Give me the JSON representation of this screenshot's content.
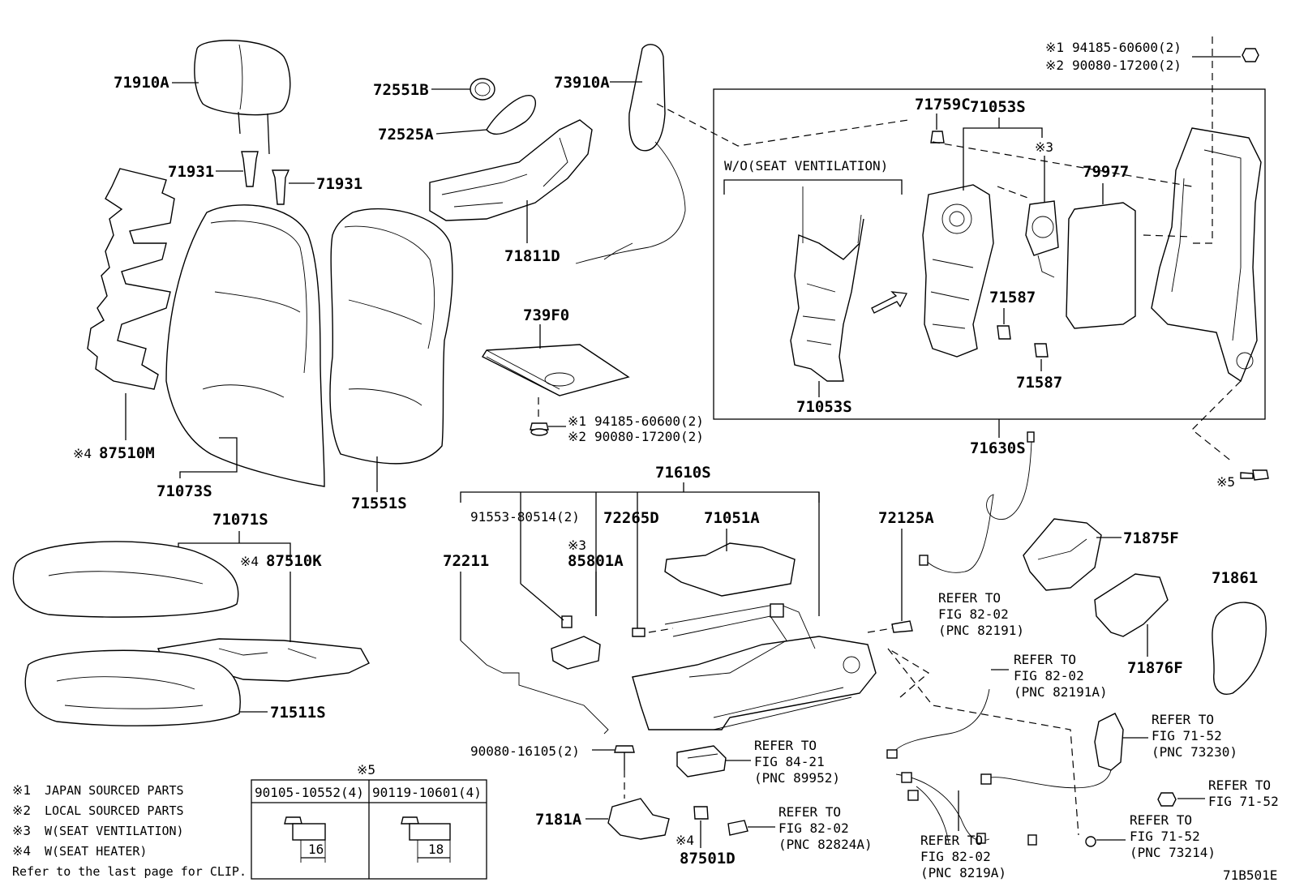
{
  "diagram_id": "71B501E",
  "labels": {
    "p71910A": "71910A",
    "p71931a": "71931",
    "p71931b": "71931",
    "p72551B": "72551B",
    "p72525A": "72525A",
    "p73910A": "73910A",
    "p71811D": "71811D",
    "p739F0": "739F0",
    "p71759C": "71759C",
    "p71053S_top": "71053S",
    "p71053S_bot": "71053S",
    "p79977": "79977",
    "p71587a": "71587",
    "p71587b": "71587",
    "p71630S": "71630S",
    "p87510M": "87510M",
    "p71073S": "71073S",
    "p71551S": "71551S",
    "p71071S": "71071S",
    "p87510K": "87510K",
    "p71511S": "71511S",
    "p71610S": "71610S",
    "p91553": "91553-80514(2)",
    "p72265D": "72265D",
    "p71051A": "71051A",
    "p72125A": "72125A",
    "p72211": "72211",
    "p85801A": "85801A",
    "p71875F": "71875F",
    "p71861": "71861",
    "p71876F": "71876F",
    "p90080_16105": "90080-16105(2)",
    "p7181A": "7181A",
    "p87501D": "87501D"
  },
  "markers": {
    "m1": "※1",
    "m2": "※2",
    "m3": "※3",
    "m4": "※4",
    "m5": "※5"
  },
  "callouts": {
    "top_right_1": "94185-60600(2)",
    "top_right_2": "90080-17200(2)",
    "mid_1": "94185-60600(2)",
    "mid_2": "90080-17200(2)",
    "wo_box": "W/O(SEAT VENTILATION)"
  },
  "refer": {
    "r1": [
      "REFER TO",
      "FIG 82-02",
      "(PNC 82191)"
    ],
    "r2": [
      "REFER TO",
      "FIG 82-02",
      "(PNC 82191A)"
    ],
    "r3": [
      "REFER TO",
      "FIG 84-21",
      "(PNC 89952)"
    ],
    "r4": [
      "REFER TO",
      "FIG 82-02",
      "(PNC 82824A)"
    ],
    "r5": [
      "REFER TO",
      "FIG 82-02",
      "(PNC 8219A)"
    ],
    "r6": [
      "REFER TO",
      "FIG 71-52",
      "(PNC 73230)"
    ],
    "r7": [
      "REFER TO",
      "FIG 71-52"
    ],
    "r8": [
      "REFER TO",
      "FIG 71-52",
      "(PNC 73214)"
    ]
  },
  "legend": [
    {
      "mark": "※1",
      "text": "JAPAN SOURCED PARTS"
    },
    {
      "mark": "※2",
      "text": "LOCAL SOURCED PARTS"
    },
    {
      "mark": "※3",
      "text": "W(SEAT VENTILATION)"
    },
    {
      "mark": "※4",
      "text": "W(SEAT HEATER)"
    }
  ],
  "legend_footer": "Refer to the last page for CLIP.",
  "bolt_table": {
    "mark": "※5",
    "columns": [
      {
        "part": "90105-10552(4)",
        "length": "16"
      },
      {
        "part": "90119-10601(4)",
        "length": "18"
      }
    ]
  }
}
